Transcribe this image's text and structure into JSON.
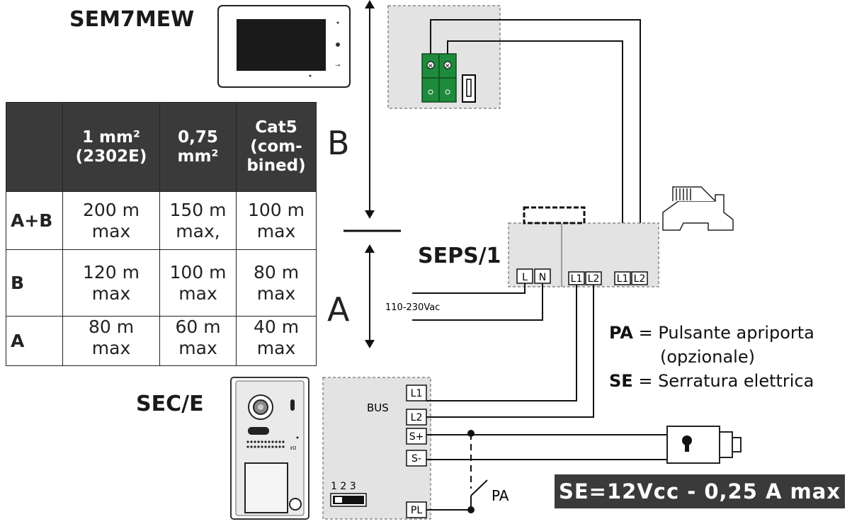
{
  "monitor": {
    "title": "SEM7MEW"
  },
  "power_supply": {
    "title": "SEPS/1",
    "terminals": [
      "L",
      "N",
      "L1",
      "L2",
      "L1",
      "L2"
    ],
    "mains_label": "110-230Vac"
  },
  "door_station": {
    "title": "SEC/E",
    "bus_label": "BUS",
    "terminals": [
      "L1",
      "L2",
      "S+",
      "S-",
      "PL"
    ],
    "dip_label": "1 2 3"
  },
  "segments": {
    "upper": "B",
    "lower": "A"
  },
  "switch_label": "PA",
  "table": {
    "headers": [
      "",
      "1 mm² (2302E)",
      "0,75 mm²",
      "Cat5 (com-bined)"
    ],
    "header_lines": [
      [],
      [
        "1 mm²",
        "(2302E)"
      ],
      [
        "0,75",
        "mm²"
      ],
      [
        "Cat5",
        "(com-",
        "bined)"
      ]
    ],
    "rows": [
      {
        "label": "A+B",
        "cells": [
          [
            "200 m",
            "max"
          ],
          [
            "150 m",
            "max,"
          ],
          [
            "100 m",
            "max"
          ]
        ]
      },
      {
        "label": "B",
        "cells": [
          [
            "120 m",
            "max"
          ],
          [
            "100 m",
            "max"
          ],
          [
            "80 m",
            "max"
          ]
        ]
      },
      {
        "label": "A",
        "cells": [
          [
            "80 m",
            "max"
          ],
          [
            "60 m",
            "max"
          ],
          [
            "40 m",
            "max"
          ]
        ]
      }
    ]
  },
  "legend": {
    "pa_key": "PA",
    "pa_text": "= Pulsante apriporta",
    "pa_text2": "(opzionale)",
    "se_key": "SE",
    "se_text": "= Serratura elettrica"
  },
  "banner": "SE=12Vcc - 0,25 A max",
  "colors": {
    "terminal_green": "#1e8a3c",
    "panel_gray": "#e3e3e3",
    "banner_bg": "#3a3a3a"
  }
}
